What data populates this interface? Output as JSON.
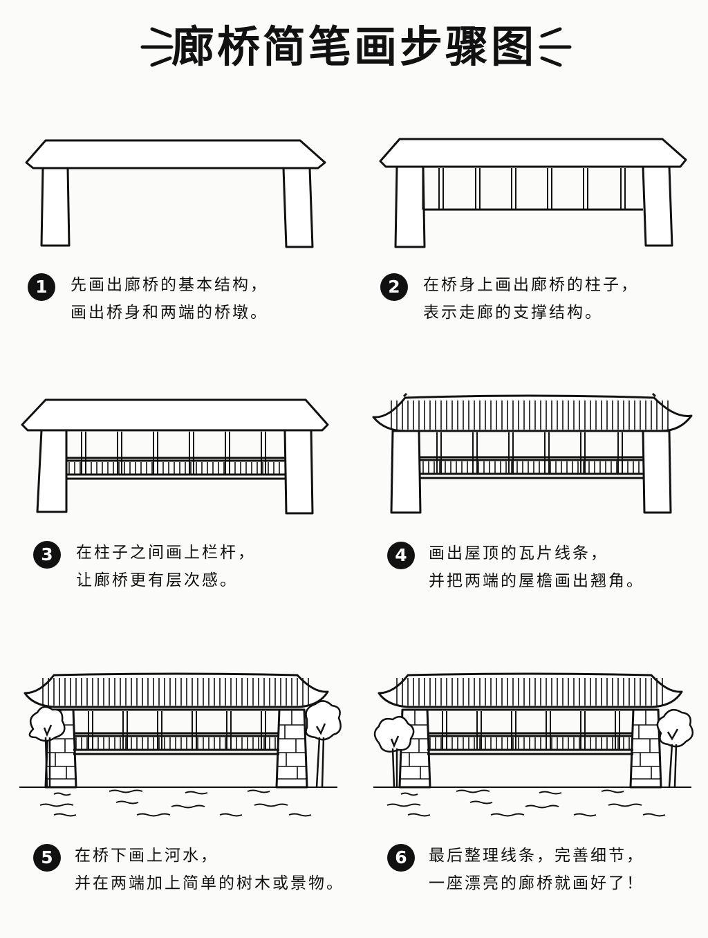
{
  "title": "廊桥简笔画步骤图",
  "steps": [
    {
      "number": "1",
      "line1": "先画出廊桥的基本结构，",
      "line2": "画出桥身和两端的桥墩。"
    },
    {
      "number": "2",
      "line1": "在桥身上画出廊桥的柱子，",
      "line2": "表示走廊的支撑结构。"
    },
    {
      "number": "3",
      "line1": "在柱子之间画上栏杆，",
      "line2": "让廊桥更有层次感。"
    },
    {
      "number": "4",
      "line1": "画出屋顶的瓦片线条，",
      "line2": "并把两端的屋檐画出翘角。"
    },
    {
      "number": "5",
      "line1": "在桥下画上河水，",
      "line2": "并在两端加上简单的树木或景物。"
    },
    {
      "number": "6",
      "line1": "最后整理线条，完善细节，",
      "line2": "一座漂亮的廊桥就画好了！"
    }
  ],
  "colors": {
    "ink": "#111111",
    "paper": "#fbfbf9"
  }
}
